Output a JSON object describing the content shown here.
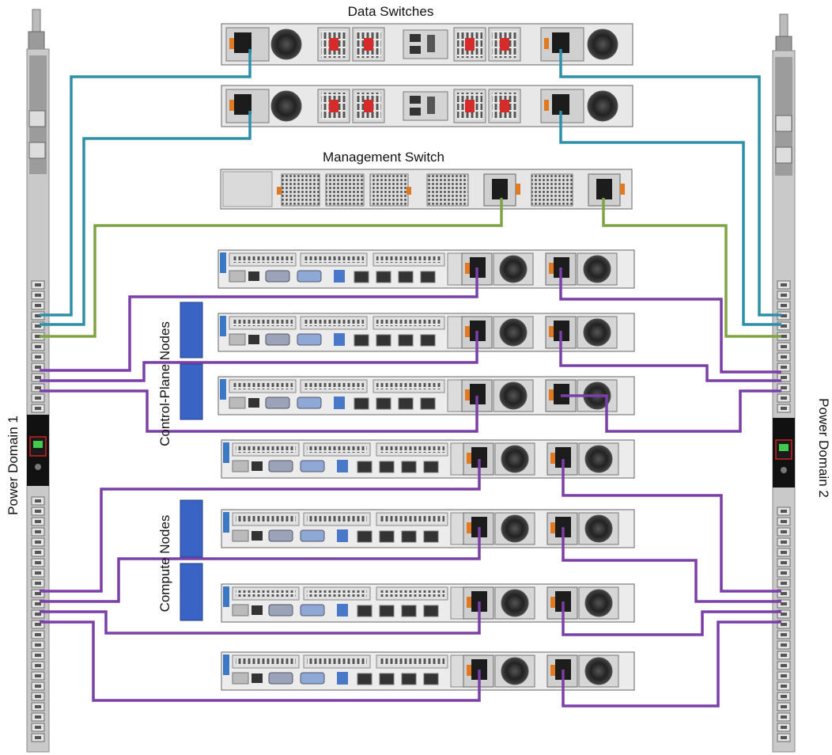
{
  "labels": {
    "data_switches": "Data Switches",
    "management_switch": "Management Switch",
    "control_plane_nodes": "Control-Plane Nodes",
    "compute_nodes": "Compute Nodes",
    "power_domain_1": "Power Domain 1",
    "power_domain_2": "Power Domain 2"
  },
  "colors": {
    "data_cable": "#2f8fa8",
    "management_cable": "#7ea443",
    "power_cable": "#7b3fa8",
    "node_group_marker": "#3a63c6",
    "psu_accent": "#e07a22",
    "fan_red": "#d62b2b"
  },
  "devices": {
    "data_switches": 2,
    "management_switches": 1,
    "control_plane_nodes": 3,
    "compute_nodes": 4,
    "pdus": 2
  }
}
